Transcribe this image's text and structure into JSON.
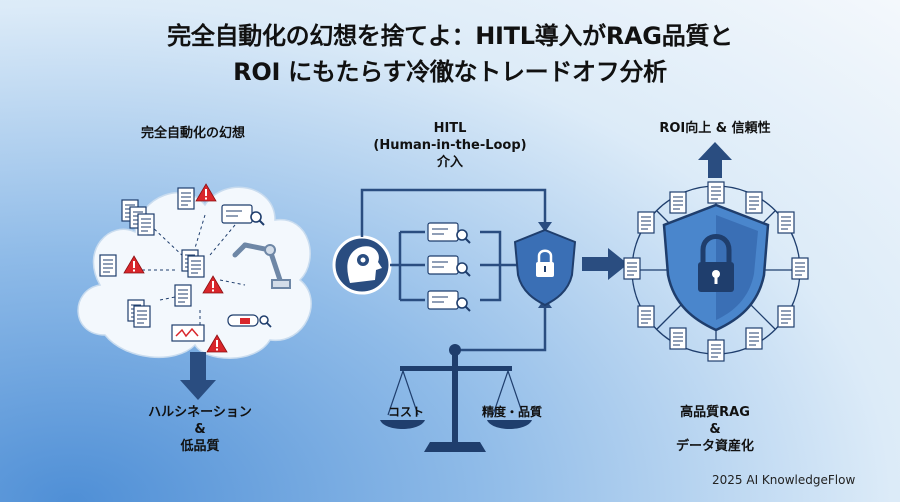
{
  "title": {
    "line1": "完全自動化の幻想を捨てよ：HITL導入がRAG品質と",
    "line2": "ROI にもたらす冷徹なトレードオフ分析"
  },
  "left": {
    "heading": "完全自動化の幻想",
    "result_line1": "ハルシネーション",
    "result_line2": "&",
    "result_line3": "低品質"
  },
  "middle": {
    "heading_line1": "HITL",
    "heading_line2": "(Human-in-the-Loop)",
    "heading_line3": "介入",
    "scale_left": "コスト",
    "scale_right": "精度・品質"
  },
  "right": {
    "heading": "ROI向上 & 信頼性",
    "result_line1": "高品質RAG",
    "result_line2": "&",
    "result_line3": "データ資産化"
  },
  "footer": "2025 AI KnowledgeFlow",
  "colors": {
    "navy": "#1f3e6d",
    "blue": "#3a6fb5",
    "alert": "#d9262b",
    "doc": "#ffffff"
  }
}
